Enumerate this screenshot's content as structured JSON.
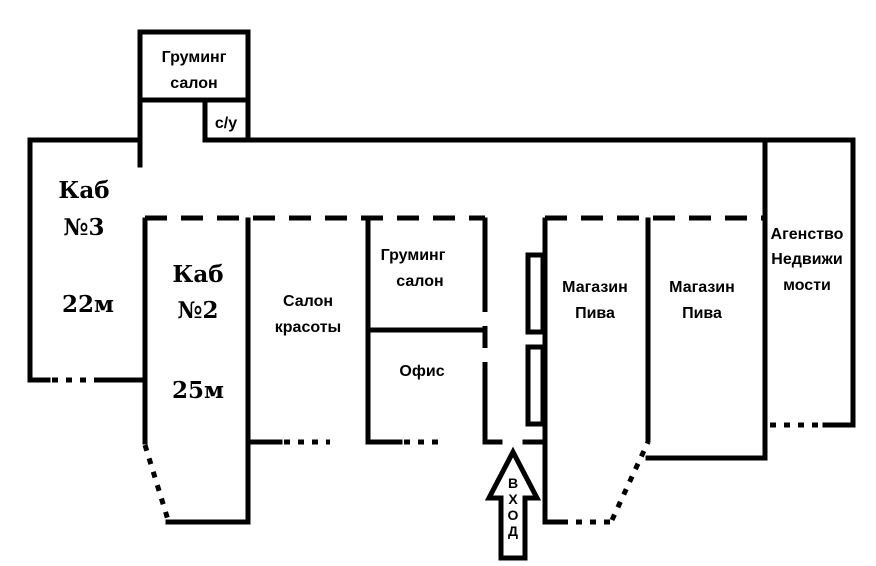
{
  "rooms": {
    "grooming_top": {
      "line1": "Груминг",
      "line2": "салон"
    },
    "wc": "с/у",
    "cab3": {
      "line1": "Каб",
      "line2": "№3",
      "area": "22м"
    },
    "cab2": {
      "line1": "Каб",
      "line2": "№2",
      "area": "25м"
    },
    "beauty": {
      "line1": "Салон",
      "line2": "красоты"
    },
    "grooming_mid": {
      "line1": "Груминг",
      "line2": "салон"
    },
    "office": "Офис",
    "beer1": {
      "line1": "Магазин",
      "line2": "Пива"
    },
    "beer2": {
      "line1": "Магазин",
      "line2": "Пива"
    },
    "agency": {
      "line1": "Агенство",
      "line2": "Недвижи",
      "line3": "мости"
    }
  },
  "entrance": {
    "letters": [
      "В",
      "Х",
      "О",
      "Д"
    ]
  }
}
